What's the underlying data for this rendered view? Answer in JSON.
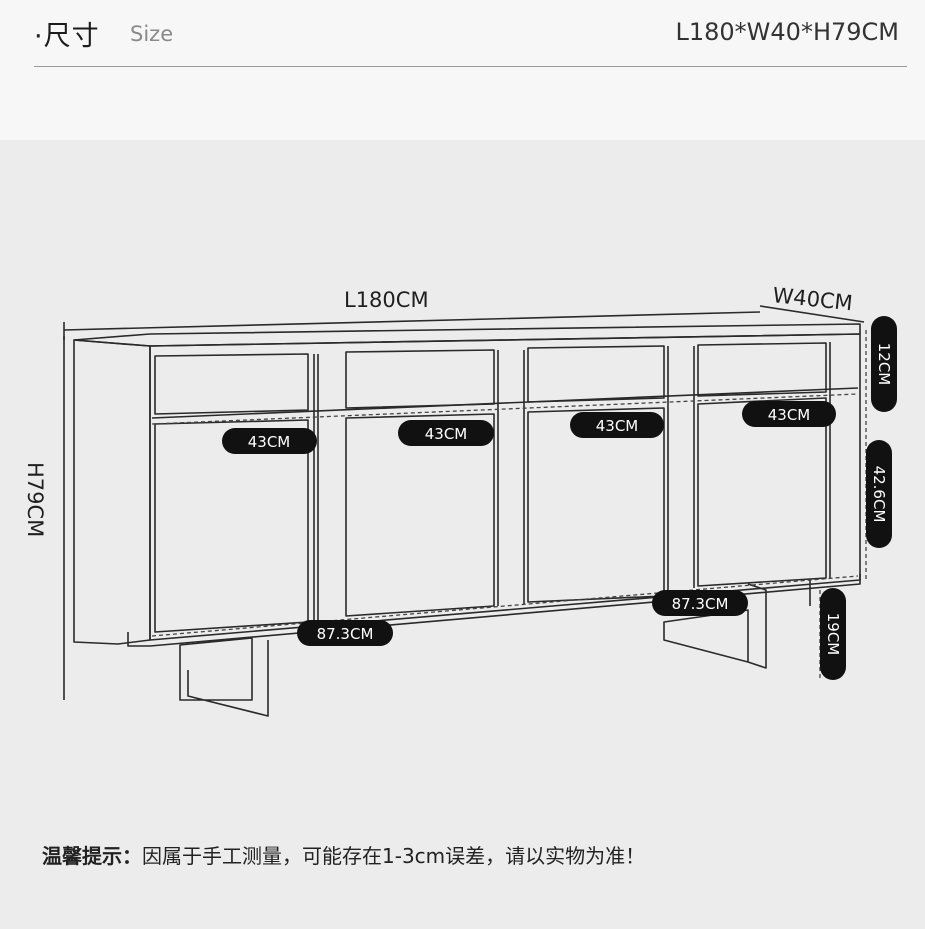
{
  "header": {
    "title": "·尺寸",
    "subtitle": "Size",
    "dimensions": "L180*W40*H79CM"
  },
  "diagram": {
    "length_label": "L180CM",
    "width_label": "W40CM",
    "height_label": "H79CM",
    "drawer_width_labels": [
      "43CM",
      "43CM",
      "43CM",
      "43CM"
    ],
    "lower_width_labels": [
      "87.3CM",
      "87.3CM"
    ],
    "drawer_height_label": "12CM",
    "door_height_label": "42.6CM",
    "leg_height_label": "19CM"
  },
  "note": {
    "label": "温馨提示：",
    "text": "因属于手工测量，可能存在1-3cm误差，请以实物为准！"
  }
}
